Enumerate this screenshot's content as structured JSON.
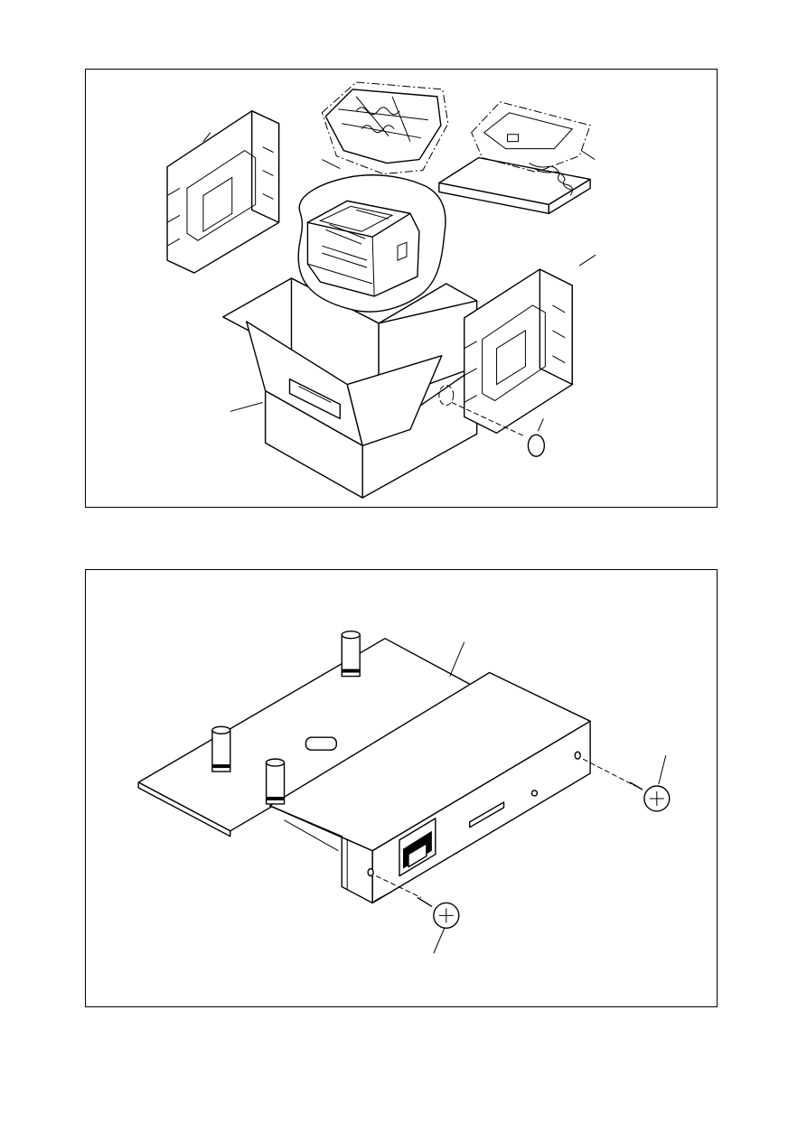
{
  "figures": [
    {
      "id": "packing-diagram",
      "parts": [
        "end-cushion-left",
        "drum-unit-in-bag",
        "accessory-tray",
        "printer-in-bag",
        "end-cushion-right",
        "carton",
        "label-sticker"
      ]
    },
    {
      "id": "network-board-diagram",
      "parts": [
        "network-board",
        "screw-right",
        "screw-bottom"
      ]
    }
  ]
}
